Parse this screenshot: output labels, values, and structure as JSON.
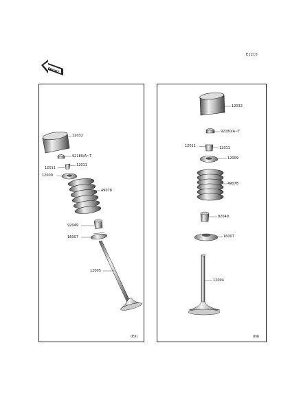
{
  "diagram_code": "E1210",
  "front_label": "FRONT",
  "panels": {
    "exhaust": {
      "tag": "(EX)",
      "parts": {
        "tappet": "12032",
        "shim": "92180/A~T",
        "keeper_left": "12011",
        "keeper_right": "12011",
        "retainer": "12009",
        "spring": "49078",
        "seat": "92049",
        "stem_seal": "16007",
        "valve": "12005"
      }
    },
    "intake": {
      "tag": "(IN)",
      "parts": {
        "tappet": "12032",
        "shim": "92180/A~T",
        "keeper_left": "12011",
        "keeper_right": "12011",
        "retainer": "12009",
        "spring": "49078",
        "seat": "92049",
        "stem_seal": "16007",
        "valve": "12004"
      }
    }
  }
}
